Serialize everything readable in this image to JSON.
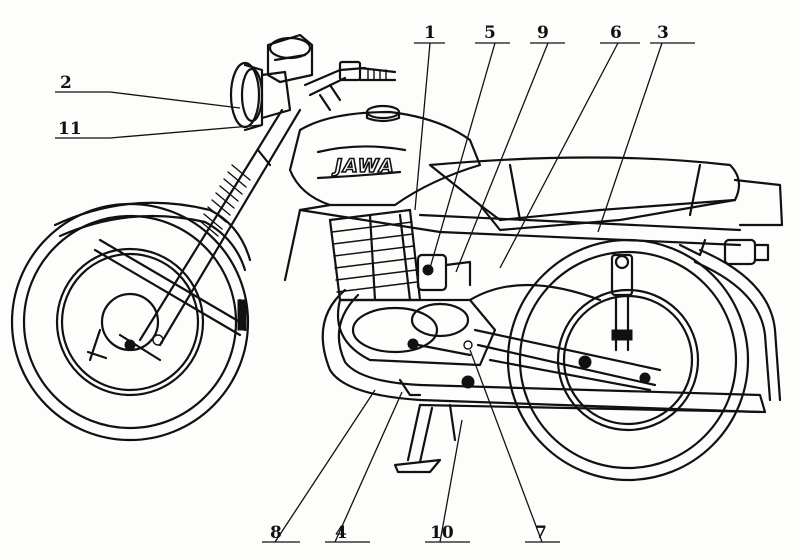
{
  "brand_text": "JAWA",
  "callouts": [
    {
      "id": "c1",
      "label": "1"
    },
    {
      "id": "c2",
      "label": "2"
    },
    {
      "id": "c3",
      "label": "3"
    },
    {
      "id": "c4",
      "label": "4"
    },
    {
      "id": "c5",
      "label": "5"
    },
    {
      "id": "c6",
      "label": "6"
    },
    {
      "id": "c7",
      "label": "7"
    },
    {
      "id": "c8",
      "label": "8"
    },
    {
      "id": "c9",
      "label": "9"
    },
    {
      "id": "c10",
      "label": "10"
    },
    {
      "id": "c11",
      "label": "11"
    }
  ]
}
